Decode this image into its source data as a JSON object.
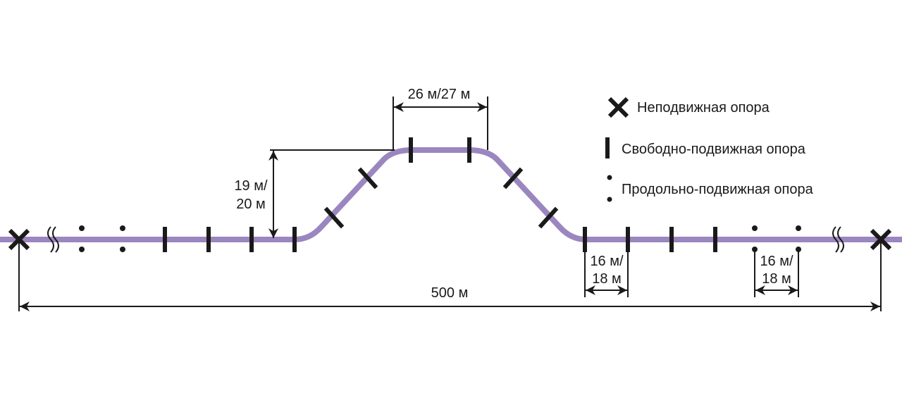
{
  "colors": {
    "pipe": "#9b86bf",
    "ink": "#1a1a1a"
  },
  "legend": {
    "fixed_support": "Неподвижная опора",
    "free_moving_support": "Свободно-подвижная опора",
    "longitudinal_moving_support": "Продольно-подвижная опора"
  },
  "dimensions": {
    "total_length": "500 м",
    "top_span": "26 м/27 м",
    "height_line1": "19 м/",
    "height_line2": "20 м",
    "span_free_line1": "16 м/",
    "span_free_line2": "18 м",
    "span_long_line1": "16 м/",
    "span_long_line2": "18 м"
  }
}
